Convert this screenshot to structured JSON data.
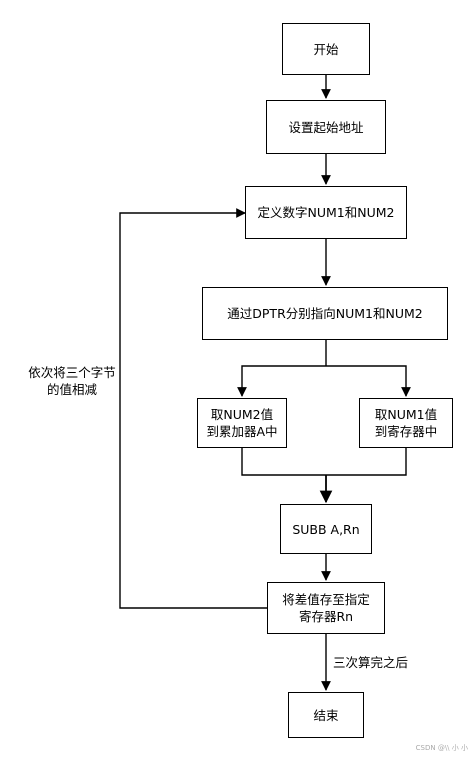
{
  "flowchart": {
    "nodes": {
      "start": "开始",
      "set_addr": "设置起始地址",
      "define_num": "定义数字NUM1和NUM2",
      "dptr": "通过DPTR分别指向NUM1和NUM2",
      "load_a": "取NUM2值\n到累加器A中",
      "load_rn": "取NUM1值\n到寄存器中",
      "subb": "SUBB A,Rn",
      "store": "将差值存至指定\n寄存器Rn",
      "end": "结束"
    },
    "labels": {
      "loop": "依次将三个字节\n的值相减",
      "after_three": "三次算完之后"
    },
    "watermark": "CSDN @\\\\ 小 小"
  }
}
